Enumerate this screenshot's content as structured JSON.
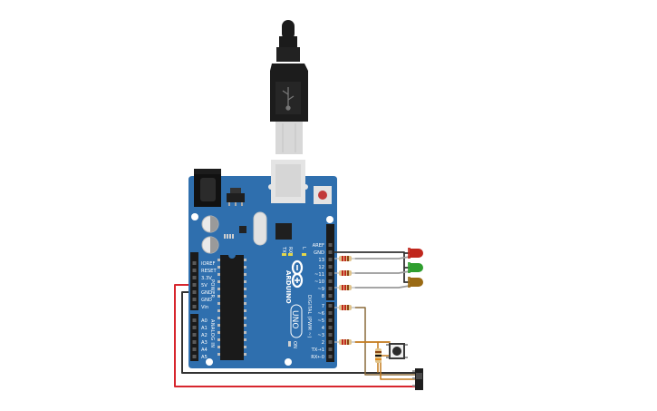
{
  "board": {
    "brand": "ARDUINO",
    "model": "UNO",
    "leds_label_l": "L",
    "leds_label_tx": "TX",
    "leds_label_rx": "RX",
    "on_label": "ON",
    "power_section": "POWER",
    "analog_section": "ANALOG IN",
    "digital_section": "DIGITAL (PWM ~)",
    "power_pins": [
      "IOREF",
      "RESET",
      "3.3V",
      "5V",
      "GND",
      "GND",
      "Vin"
    ],
    "analog_pins": [
      "A0",
      "A1",
      "A2",
      "A3",
      "A4",
      "A5"
    ],
    "digital_top": [
      "AREF",
      "GND",
      "13",
      "12",
      "~11",
      "~10",
      "~9",
      "8"
    ],
    "digital_bottom": [
      "7",
      "~6",
      "~5",
      "4",
      "~3",
      "2",
      "TX→1",
      "RX←0"
    ]
  },
  "components": {
    "usb_cable": "usb-cable",
    "leds": [
      {
        "name": "red-led",
        "color": "#c0271d"
      },
      {
        "name": "green-led",
        "color": "#2f9e2f"
      },
      {
        "name": "yellow-led",
        "color": "#9a6a14"
      }
    ],
    "pushbutton": "pushbutton",
    "slide_switch": "slide-switch"
  },
  "colors": {
    "board": "#2f6fae",
    "board_dark": "#265d93",
    "wire_black": "#333333",
    "wire_red": "#d7262e",
    "wire_grey": "#9a9a9a",
    "wire_orange": "#c47a1c",
    "wire_brown": "#8a6a3a"
  }
}
